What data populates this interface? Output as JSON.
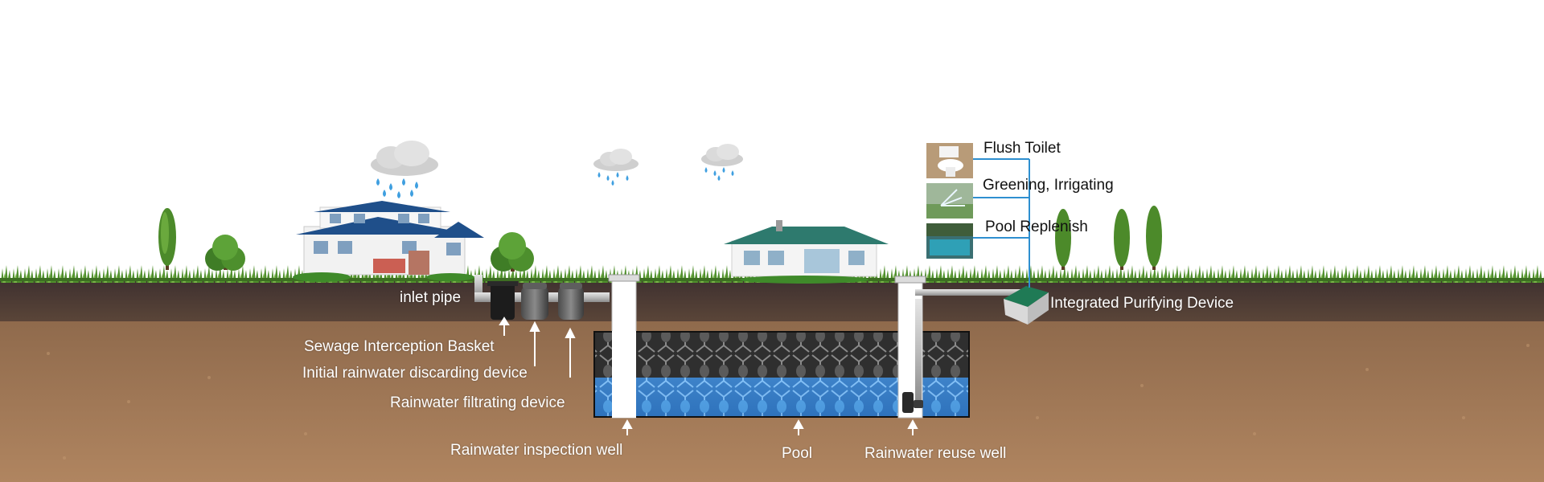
{
  "colors": {
    "sky": "#ffffff",
    "grass": "#4d8a2a",
    "topsoil": "#4a3a34",
    "subsoil": "#a37a55",
    "water": "#3f8fd6",
    "modules": "#3a3a3a",
    "pipe_line": "#2e8fd0"
  },
  "labels": {
    "inlet_pipe": "inlet pipe",
    "sewage_basket": "Sewage Interception Basket",
    "initial_discard": "Initial rainwater discarding device",
    "filtrating": "Rainwater filtrating device",
    "inspection_well": "Rainwater inspection well",
    "pool": "Pool",
    "reuse_well": "Rainwater reuse  well",
    "purifying_device": "Integrated Purifying Device",
    "flush_toilet": "Flush Toilet",
    "greening": "Greening, Irrigating",
    "pool_replenish": "Pool Replenish"
  },
  "icons": [
    "cloud-icon",
    "house-icon",
    "tree-icon",
    "toilet-icon",
    "sprinkler-icon",
    "pool-icon",
    "pump-icon",
    "arrow-up-icon"
  ]
}
